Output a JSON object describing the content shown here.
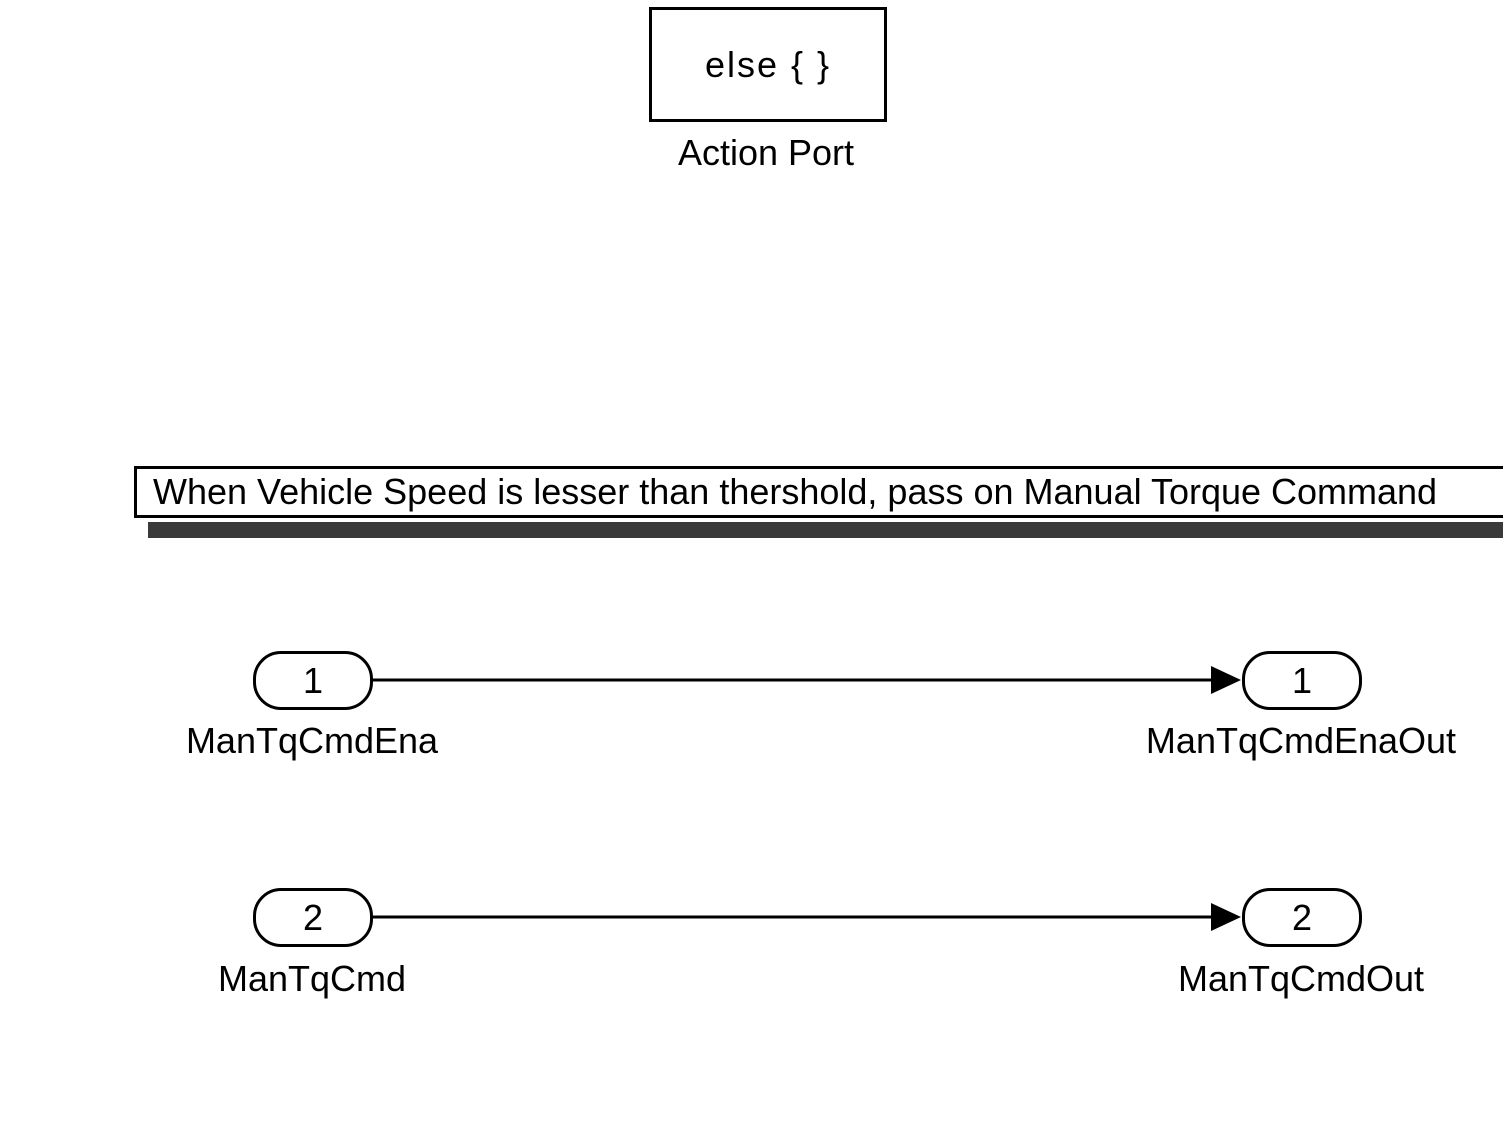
{
  "action_port": {
    "block_text": "else { }",
    "label": "Action Port"
  },
  "annotation": {
    "text": "When Vehicle Speed is lesser than thershold, pass on Manual Torque Command"
  },
  "signals": [
    {
      "inport": {
        "number": "1",
        "name": "ManTqCmdEna"
      },
      "outport": {
        "number": "1",
        "name": "ManTqCmdEnaOut"
      }
    },
    {
      "inport": {
        "number": "2",
        "name": "ManTqCmd"
      },
      "outport": {
        "number": "2",
        "name": "ManTqCmdOut"
      }
    }
  ]
}
